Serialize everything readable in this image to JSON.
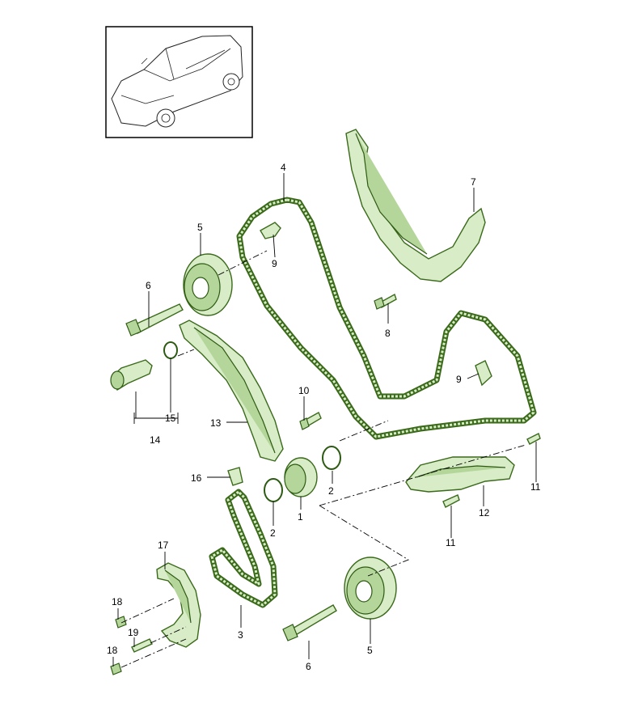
{
  "labels": {
    "c1": "1",
    "c2a": "2",
    "c2b": "2",
    "c3": "3",
    "c4": "4",
    "c5a": "5",
    "c5b": "5",
    "c6a": "6",
    "c6b": "6",
    "c7": "7",
    "c8": "8",
    "c9a": "9",
    "c9b": "9",
    "c10": "10",
    "c11a": "11",
    "c11b": "11",
    "c12": "12",
    "c13": "13",
    "c14": "14",
    "c15": "15",
    "c16": "16",
    "c17": "17",
    "c18a": "18",
    "c18b": "18",
    "c19": "19"
  },
  "colors": {
    "part_fill": "#d8ecc8",
    "part_stroke": "#3a6a1a",
    "ink": "#000000"
  }
}
